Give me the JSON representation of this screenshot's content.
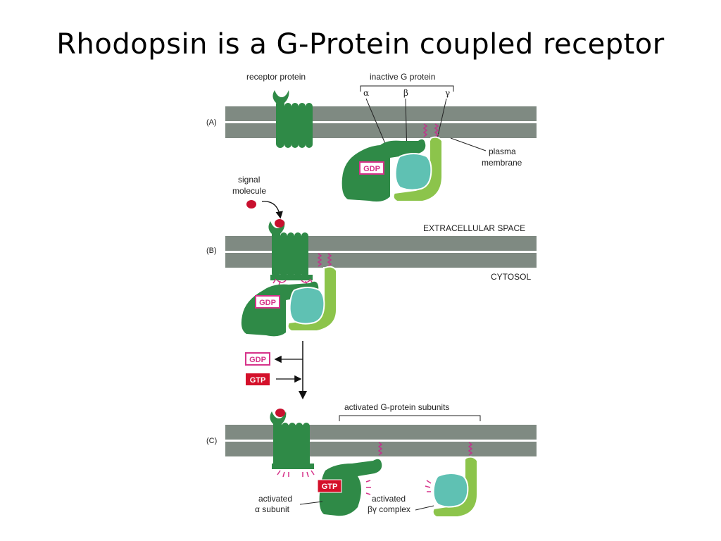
{
  "title": "Rhodopsin is a G-Protein coupled receptor",
  "colors": {
    "membrane": "#7f8a82",
    "receptor": "#2f8a47",
    "alpha": "#2f8a47",
    "beta_gamma_light": "#8cc44b",
    "beta_teal": "#5fc1b3",
    "gdp_border": "#d6338a",
    "gtp_fill": "#d4102a",
    "signal": "#c8102e"
  },
  "panel_a": {
    "label": "(A)",
    "receptor_label": "receptor protein",
    "g_protein_label": "inactive G protein",
    "alpha": "α",
    "beta": "β",
    "gamma": "γ",
    "gdp": "GDP",
    "membrane_label_1": "plasma",
    "membrane_label_2": "membrane"
  },
  "panel_b": {
    "label": "(B)",
    "signal_label_1": "signal",
    "signal_label_2": "molecule",
    "extracellular": "EXTRACELLULAR SPACE",
    "cytosol": "CYTOSOL",
    "gdp": "GDP"
  },
  "exchange": {
    "gdp": "GDP",
    "gtp": "GTP"
  },
  "panel_c": {
    "label": "(C)",
    "subunits_label": "activated G-protein subunits",
    "gtp": "GTP",
    "alpha_label_1": "activated",
    "alpha_label_2": "α subunit",
    "bg_label_1": "activated",
    "bg_label_2": "βγ complex"
  }
}
